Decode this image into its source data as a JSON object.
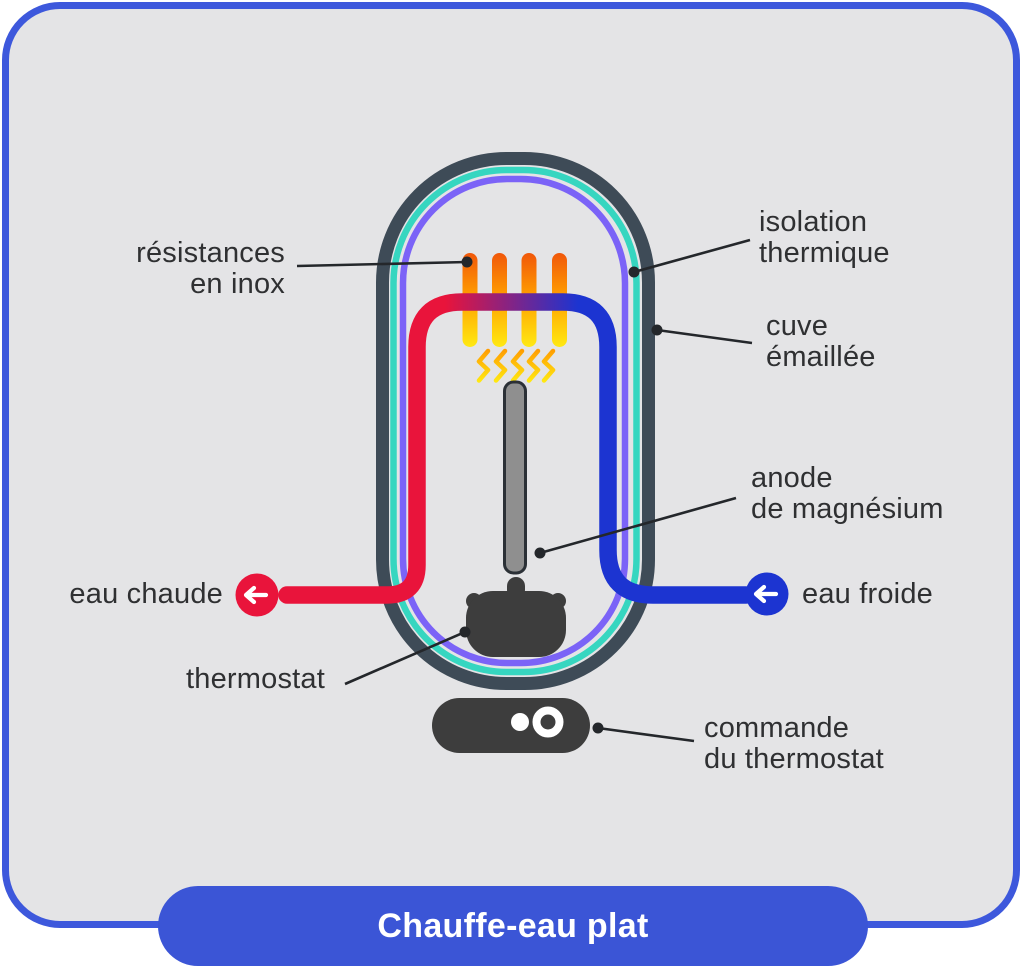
{
  "card": {
    "background": "#E4E4E6",
    "border_color": "#3D58DC"
  },
  "banner": {
    "label": "Chauffe-eau plat",
    "text_color": "#FFFFFF"
  },
  "labels": {
    "resistances": "résistances\nen inox",
    "isolation": "isolation\nthermique",
    "cuve": "cuve\némaillée",
    "anode": "anode\nde magnésium",
    "eau_chaude": "eau chaude",
    "eau_froide": "eau froide",
    "thermostat": "thermostat",
    "commande": "commande\ndu thermostat"
  },
  "icons": {
    "hot_water_arrow": "left-arrow-in-red-circle",
    "cold_water_arrow": "left-arrow-in-blue-circle",
    "heat_waves": "five-heat-zigzags",
    "thermostat_dial": "dot-and-ring"
  },
  "colors": {
    "card-bg": "#E4E4E6",
    "card-border": "#3D58DC",
    "banner-bg": "#3B55D6",
    "shell": "#3E4B57",
    "insulation": "#36D6C0",
    "liner": "#7B63F7",
    "hot": "#E9143B",
    "cold": "#1C34D1",
    "rod-top": "#F0570A",
    "rod-mid": "#FF9D00",
    "rod-bottom": "#FFE912",
    "anode-fill": "#8F8F8F",
    "anode-outline": "#2B3036",
    "dark-parts": "#3D3D3D",
    "leader": "#24272B",
    "text": "#2F3032"
  }
}
